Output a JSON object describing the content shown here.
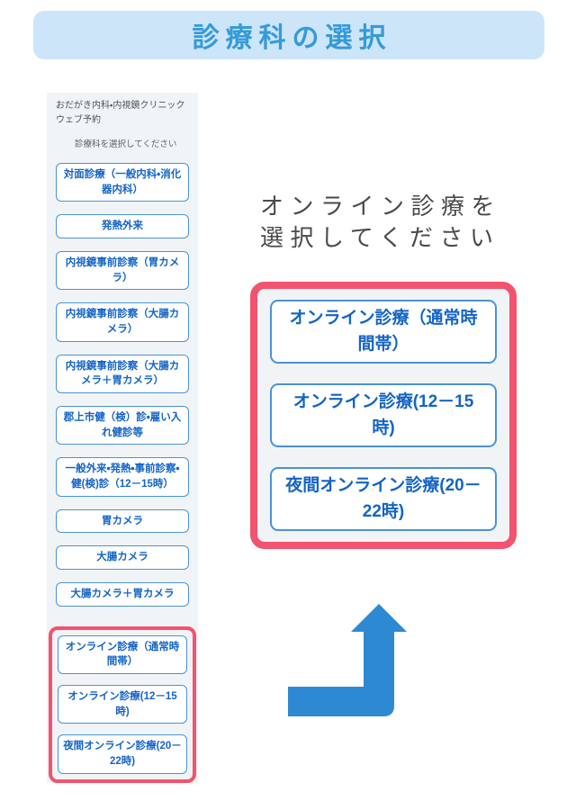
{
  "colors": {
    "header_bg": "#cde5f8",
    "header_text": "#359bd8",
    "sidebar_bg": "#f1f4f6",
    "button_border": "#4a92d8",
    "button_text": "#1464c4",
    "highlight_pink": "#f2536e",
    "arrow_blue": "#2e89d3",
    "instruction_text": "#4a4a4a"
  },
  "header": {
    "title": "診療科の選択"
  },
  "sidebar": {
    "clinic_title": "おだがき内科・内視鏡クリニック ウェブ予約",
    "subtitle": "診療科を選択してください",
    "buttons": [
      {
        "label": "対面診療（一般内科・消化器内科）"
      },
      {
        "label": "発熱外来"
      },
      {
        "label": "内視鏡事前診察（胃カメラ）"
      },
      {
        "label": "内視鏡事前診察（大腸カメラ）"
      },
      {
        "label": "内視鏡事前診察（大腸カメラ＋胃カメラ）"
      },
      {
        "label": "郡上市健（検）診・雇い入れ健診等"
      },
      {
        "label": "一般外来・発熱・事前診察・健(検)診（12－15時）"
      },
      {
        "label": "胃カメラ"
      },
      {
        "label": "大腸カメラ"
      },
      {
        "label": "大腸カメラ＋胃カメラ"
      }
    ],
    "highlighted": {
      "buttons": [
        {
          "label": "オンライン診療（通常時間帯）"
        },
        {
          "label": "オンライン診療(12－15時)"
        },
        {
          "label": "夜間オンライン診療(20－22時)"
        }
      ]
    }
  },
  "main": {
    "instruction": {
      "line1": "オンライン診療を",
      "line2": "選択してください"
    },
    "highlighted": {
      "buttons": [
        {
          "label": "オンライン診療（通常時間帯）"
        },
        {
          "label": "オンライン診療(12－15時)"
        },
        {
          "label": "夜間オンライン診療(20－22時)"
        }
      ]
    },
    "arrow_icon": "elbow-up-arrow"
  }
}
